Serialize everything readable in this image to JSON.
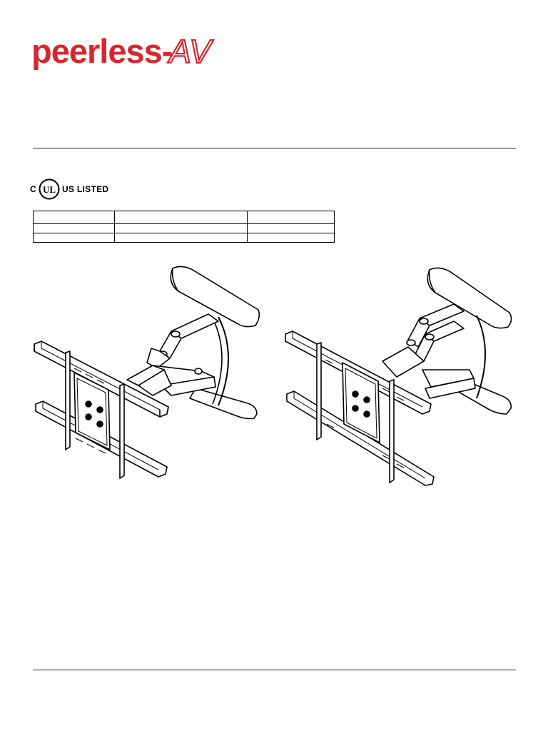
{
  "brand": {
    "name": "peerless-AV",
    "primary": "peerless",
    "dash": "-",
    "suffix": "AV",
    "color": "#d8262e"
  },
  "certification": {
    "left": "C",
    "mark": "UL",
    "right": "US LISTED"
  },
  "spec_table": {
    "rows": [
      [
        "",
        "",
        ""
      ],
      [
        "",
        "",
        ""
      ],
      [
        "",
        "",
        ""
      ]
    ]
  },
  "illustrations": [
    {
      "icon": "articulating-wall-mount-icon"
    },
    {
      "icon": "articulating-wall-mount-icon"
    }
  ]
}
